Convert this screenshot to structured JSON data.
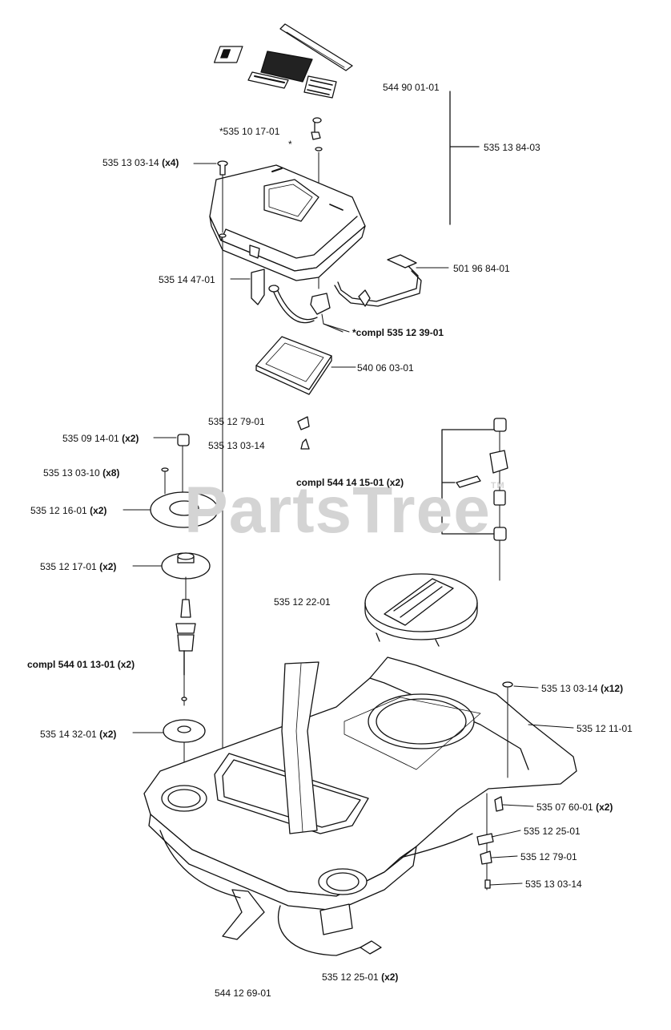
{
  "watermark": {
    "text": "PartsTree",
    "tm": "TM"
  },
  "labels": {
    "l01": {
      "num": "544 90 01-01",
      "qty": ""
    },
    "l02": {
      "num": "535 13 84-03",
      "qty": ""
    },
    "l03": {
      "num": "*535 10 17-01",
      "qty": ""
    },
    "l03b": {
      "num": "*",
      "qty": ""
    },
    "l04": {
      "num": "535 13 03-14",
      "qty": "(x4)"
    },
    "l05": {
      "num": "501 96 84-01",
      "qty": ""
    },
    "l06": {
      "num": "535 14 47-01",
      "qty": ""
    },
    "l07": {
      "num": "*compl 535 12 39-01",
      "qty": ""
    },
    "l08": {
      "num": "540 06 03-01",
      "qty": ""
    },
    "l09": {
      "num": "535 12 79-01",
      "qty": ""
    },
    "l10": {
      "num": "535 09 14-01",
      "qty": "(x2)"
    },
    "l11": {
      "num": "535 13 03-14",
      "qty": ""
    },
    "l12": {
      "num": "535 13 03-10",
      "qty": "(x8)"
    },
    "l13": {
      "num": "compl 544 14 15-01",
      "qty": "(x2)"
    },
    "l14": {
      "num": "535 12 16-01",
      "qty": "(x2)"
    },
    "l15": {
      "num": "535 12 17-01",
      "qty": "(x2)"
    },
    "l16": {
      "num": "535 12 22-01",
      "qty": ""
    },
    "l17": {
      "num": "compl 544 01 13-01",
      "qty": "(x2)"
    },
    "l18": {
      "num": "535 13 03-14",
      "qty": "(x12)"
    },
    "l19": {
      "num": "535 12 11-01",
      "qty": ""
    },
    "l20": {
      "num": "535 14 32-01",
      "qty": "(x2)"
    },
    "l21": {
      "num": "535 07 60-01",
      "qty": "(x2)"
    },
    "l22": {
      "num": "535 12 25-01",
      "qty": ""
    },
    "l23": {
      "num": "535 12 79-01",
      "qty": ""
    },
    "l24": {
      "num": "535 13 03-14",
      "qty": ""
    },
    "l25": {
      "num": "535 12 25-01",
      "qty": "(x2)"
    },
    "l26": {
      "num": "544 12 69-01",
      "qty": ""
    }
  }
}
